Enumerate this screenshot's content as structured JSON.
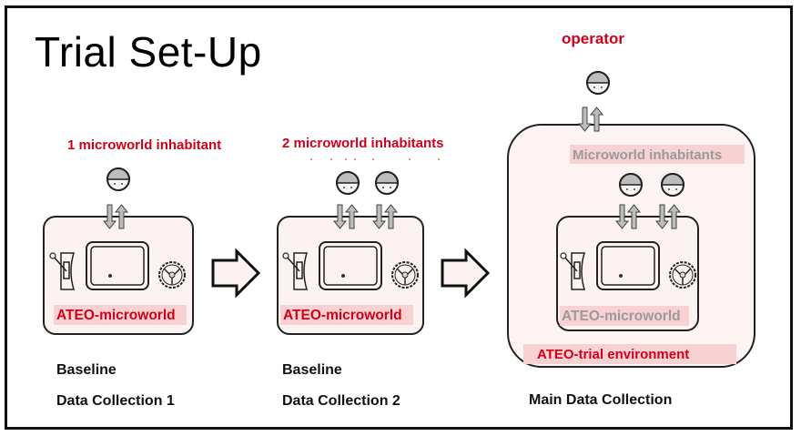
{
  "title": "Trial Set-Up",
  "panels": [
    {
      "id": "baseline-1",
      "top_label": "1 microworld inhabitant",
      "box_label": "ATEO-microworld",
      "inhabitants": 1,
      "caption_line1": "Baseline",
      "caption_line2": "Data Collection 1"
    },
    {
      "id": "baseline-2",
      "top_label": "2 microworld inhabitants",
      "box_label": "ATEO-microworld",
      "inhabitants": 2,
      "caption_line1": "Baseline",
      "caption_line2": "Data Collection 2"
    },
    {
      "id": "main",
      "top_label": "operator",
      "inner_label": "Microworld inhabitants",
      "box_label": "ATEO-microworld",
      "environment_label": "ATEO-trial environment",
      "inhabitants": 2,
      "caption_line1": "Main Data Collection"
    }
  ],
  "icons": {
    "person": "person-head-icon",
    "exchange": "bidirectional-arrows-icon",
    "monitor": "monitor-icon",
    "joystick": "joystick-icon",
    "wheel": "steering-wheel-icon",
    "transition": "right-arrow-icon"
  },
  "colors": {
    "accent_red": "#d0001a",
    "muted_grey": "#9a9a9a",
    "box_fill": "#fdf2f2",
    "label_band": "#f8d2d2"
  }
}
